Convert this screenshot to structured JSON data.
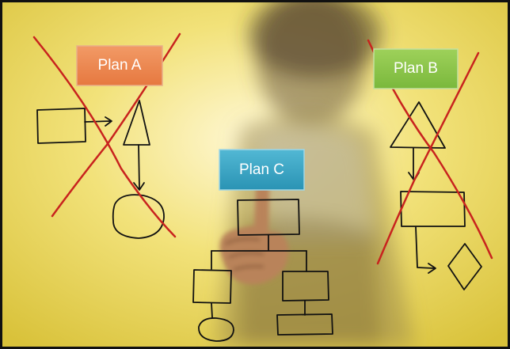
{
  "plans": {
    "plan_a": {
      "label": "Plan A",
      "color": "#ee8a55",
      "crossed_out": true
    },
    "plan_b": {
      "label": "Plan B",
      "color": "#8dc44a",
      "crossed_out": true
    },
    "plan_c": {
      "label": "Plan C",
      "color": "#3aa9c8",
      "crossed_out": false
    }
  },
  "colors": {
    "background_light": "#fff6c8",
    "background_warm": "#e8cf4a",
    "cross_out": "#c8231e",
    "sketch_ink": "#111111"
  },
  "scene": {
    "description_icons": [
      "rectangle",
      "arrow",
      "triangle",
      "circle",
      "diamond",
      "flowchart"
    ],
    "pointing_hand": "hand-pointing-icon"
  }
}
